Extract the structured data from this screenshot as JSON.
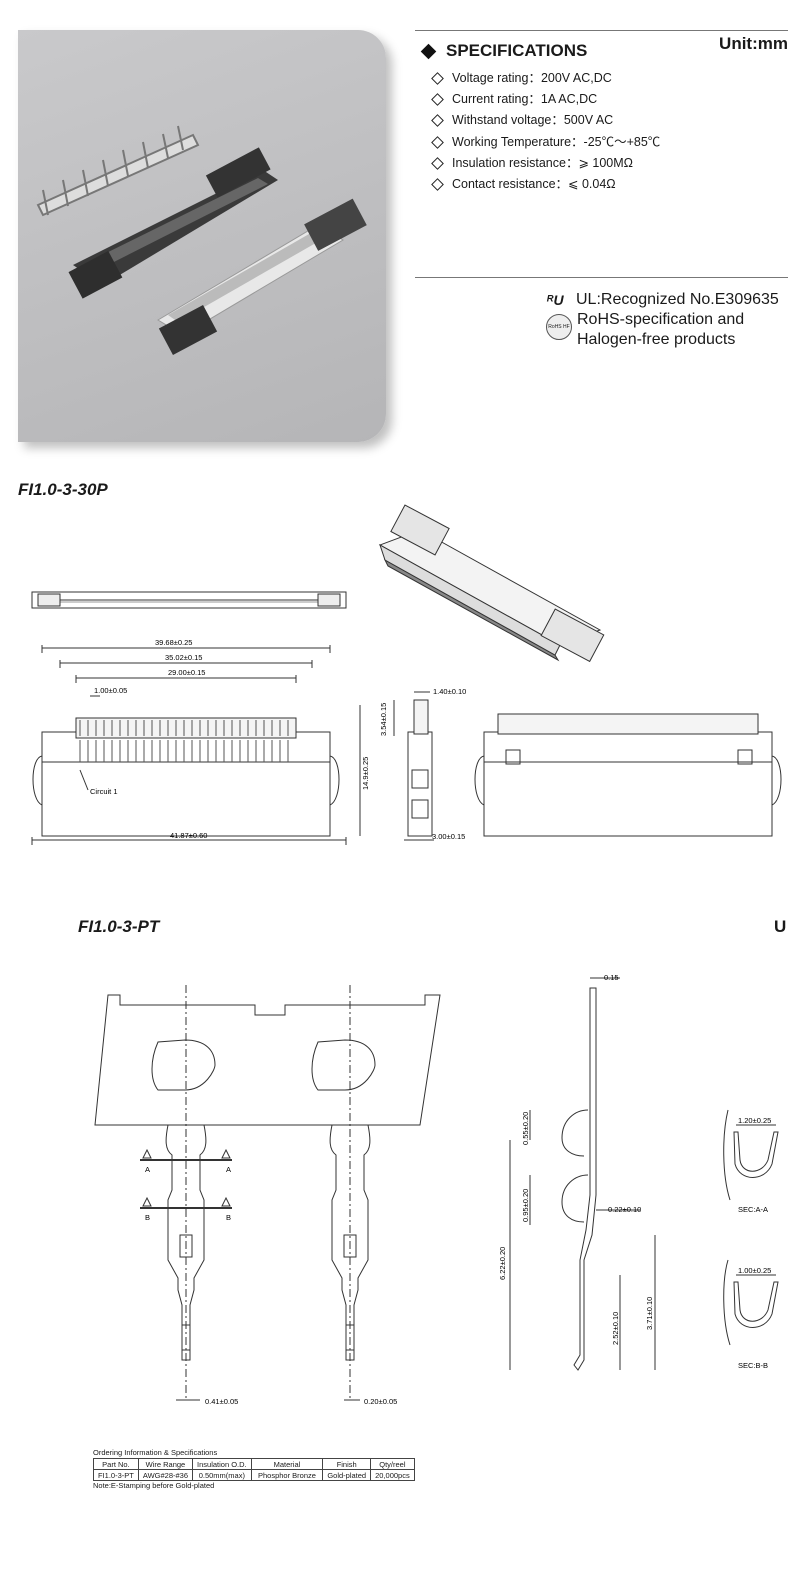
{
  "specs": {
    "unit": "Unit:mm",
    "title": "SPECIFICATIONS",
    "items": [
      "Voltage rating：200V AC,DC",
      "Current rating：1A AC,DC",
      "Withstand voltage：500V AC",
      "Working Temperature：-25℃～+85℃",
      "Insulation resistance：⩾ 100MΩ",
      "Contact resistance：⩽ 0.04Ω"
    ]
  },
  "certs": {
    "ul_mark": "ᴿU",
    "ul": "UL:Recognized No.E309635",
    "rohs_line1": "RoHS-specification and",
    "rohs_line2": "Halogen-free products",
    "rohs_badge": "RoHS HF"
  },
  "connector": {
    "part_no": "FI1.0-3-30P",
    "dims": {
      "overall": "39.68±0.25",
      "inner": "35.02±0.15",
      "pitch_span": "29.00±0.15",
      "pitch": "1.00±0.05",
      "base": "41.87±0.60",
      "height": "14.9±0.25",
      "top": "3.54±0.15",
      "side_top": "1.40±0.10",
      "side_bottom": "3.00±0.15",
      "circuit": "Circuit 1"
    }
  },
  "terminal": {
    "part_no": "FI1.0-3-PT",
    "right_edge_label": "U",
    "dims": {
      "thickness": "0.15",
      "d1": "0.55±0.20",
      "d2": "0.95±0.20",
      "d3": "0.22±0.10",
      "total": "6.22±0.20",
      "d4": "2.52±0.10",
      "d5": "3.71±0.10",
      "w1": "0.41±0.05",
      "w2": "0.20±0.05",
      "sec_a_width": "1.20±0.25",
      "sec_a": "SEC:A-A",
      "sec_b_width": "1.00±0.25",
      "sec_b": "SEC:B-B",
      "mark_a": "A",
      "mark_b": "B"
    }
  },
  "ordering": {
    "caption": "Ordering Information & Specifications",
    "headers": [
      "Part No.",
      "Wire Range",
      "Insulation O.D.",
      "Material",
      "Finish",
      "Qty/reel"
    ],
    "row": [
      "FI1.0-3-PT",
      "AWG#28-#36",
      "0.50mm(max)",
      "Phosphor Bronze",
      "Gold-plated",
      "20,000pcs"
    ],
    "note": "Note:E-Stamping before Gold-plated"
  }
}
